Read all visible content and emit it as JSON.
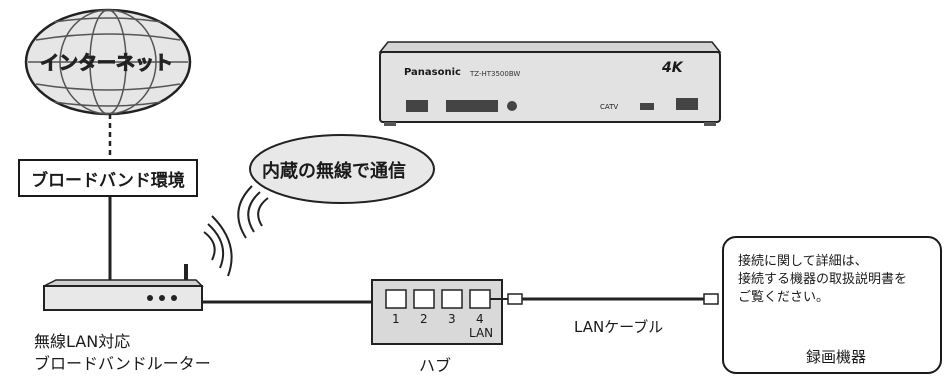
{
  "labels": {
    "internet": "インターネット",
    "broadband": "ブロードバンド環境",
    "wireless_comm": "内蔵の無線で通信",
    "router_line1": "無線LAN対応",
    "router_line2": "ブロードバンドルーター",
    "hub": "ハブ",
    "lan_cable": "LANケーブル",
    "note_line1": "接続に関して詳細は、",
    "note_line2": "接続する機器の取扱説明書を",
    "note_line3": "ご覧ください。",
    "recorder": "録画機器"
  },
  "hub_ports": [
    "1",
    "2",
    "3",
    "4",
    "LAN"
  ],
  "device": {
    "brand": "Panasonic",
    "model": "TZ-HT3500BW",
    "badge_4k": "4K",
    "catv": "CATV"
  }
}
